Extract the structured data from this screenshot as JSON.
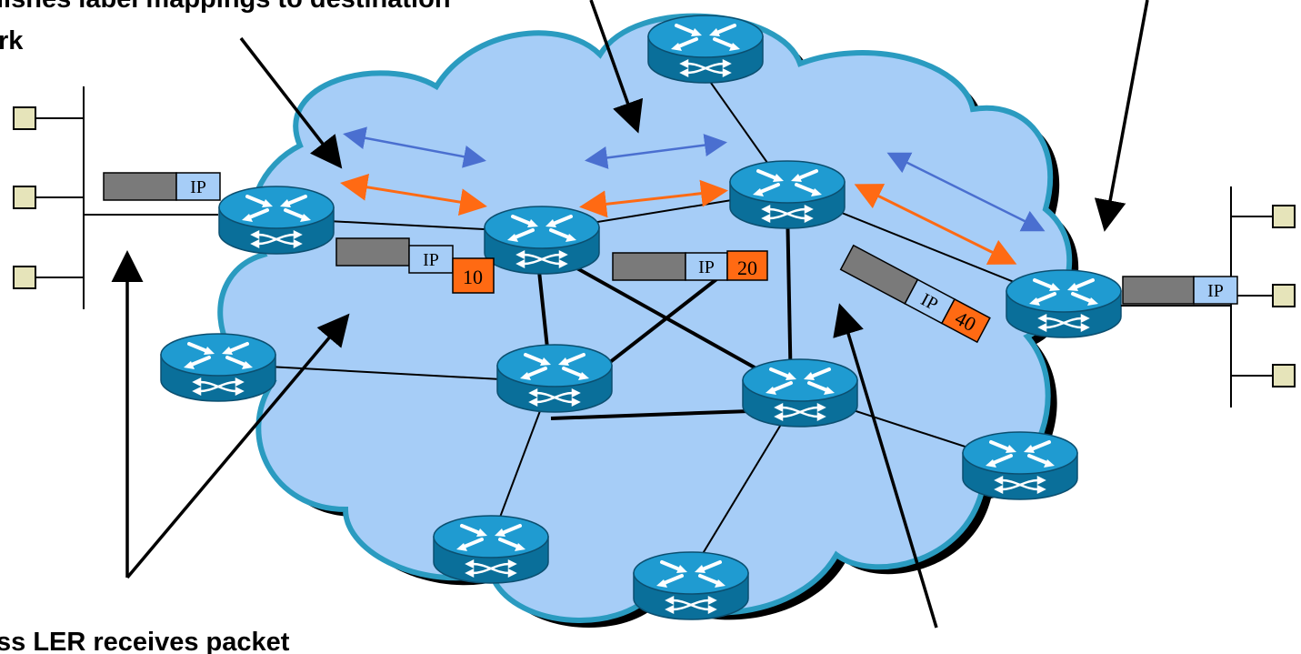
{
  "annotations": {
    "top_left_line1": "lishes label mappings to destination",
    "top_left_line2": "rk",
    "bottom_left": "ss LER receives packet"
  },
  "packets": {
    "ip": "IP",
    "labels": [
      "10",
      "20",
      "40"
    ]
  },
  "colors": {
    "cloud_fill": "#a6cdf7",
    "cloud_border": "#2a9bc0",
    "router_blue": "#1a8fbf",
    "label_orange": "#ff6a13",
    "ip_box": "#a6cdf7",
    "payload_gray": "#7a7a7a",
    "host_box": "#e6e4ba",
    "arrow_blue": "#4a6fd0",
    "arrow_orange": "#ff6a13"
  },
  "icons": [
    "router-icon",
    "host-icon",
    "double-arrow-icon"
  ]
}
